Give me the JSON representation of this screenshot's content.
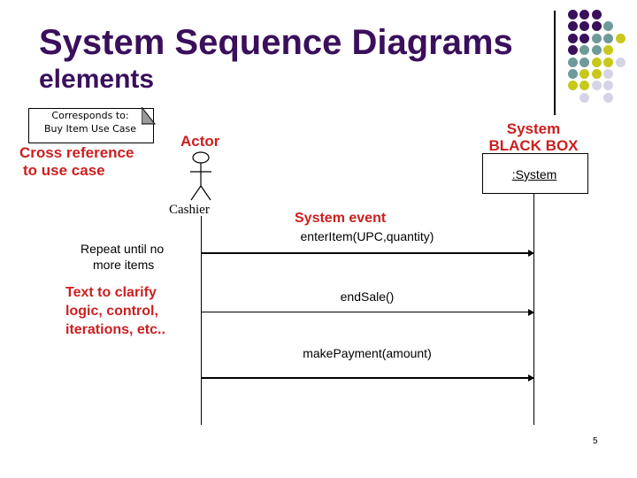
{
  "slide": {
    "title": "System Sequence Diagrams",
    "subtitle": "elements",
    "page_number": "5"
  },
  "decoration": {
    "dot_grid": {
      "colors": {
        "P": "#3a0f5c",
        "T": "#6e9a9a",
        "Y": "#c8c81a",
        "L": "#d4d4e6"
      },
      "rows": [
        "PPP..",
        "PPPT.",
        "PPTTY",
        "PTTY.",
        "TTYYL",
        "TYYL.",
        "YYLL.",
        ".L.L."
      ]
    }
  },
  "note": {
    "line1": "Corresponds to:",
    "line2": "Buy Item Use Case"
  },
  "annotations": {
    "cross_reference_line1": "Cross reference",
    "cross_reference_line2": "to use case",
    "actor": "Actor",
    "system_line1": "System",
    "system_line2": "BLACK BOX",
    "system_event": "System event",
    "repeat_line1": "Repeat until no",
    "repeat_line2": "more items",
    "clarify_line1": "Text to clarify",
    "clarify_line2": "logic, control,",
    "clarify_line3": "iterations, etc.."
  },
  "actor": {
    "name": "Cashier"
  },
  "system": {
    "name": ":System"
  },
  "messages": [
    {
      "label": "enterItem(UPC,quantity)"
    },
    {
      "label": "endSale()"
    },
    {
      "label": "makePayment(amount)"
    }
  ],
  "colors": {
    "title": "#3a0f5c",
    "annotation": "#cc1f1f"
  }
}
